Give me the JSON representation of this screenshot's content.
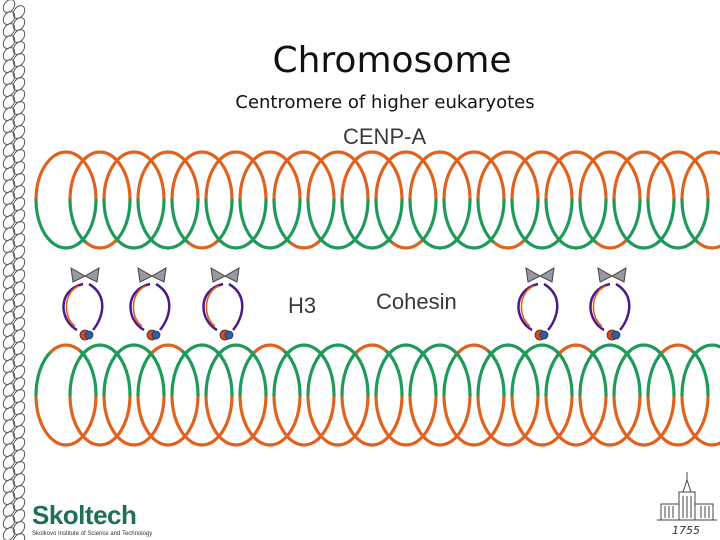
{
  "slide": {
    "title": "Chromosome",
    "subtitle": "Centromere of higher eukaryotes"
  },
  "diagram": {
    "labels": {
      "cenp_a": "CENP-A",
      "h3": "H3",
      "cohesin": "Cohesin"
    },
    "colors": {
      "cenp_a_chromatin": "#e0621f",
      "h3_chromatin": "#1f9a5a",
      "cohesin_ring": "#9a98a0",
      "loop_dna": "#4b1a8c",
      "marker_red": "#d8452c",
      "marker_blue": "#2a5fb0"
    }
  },
  "branding": {
    "logo_text": "Skoltech",
    "logo_subtitle": "Skolkovo Institute of Science and Technology",
    "year": "1755",
    "building_icon": "university-building-icon"
  }
}
